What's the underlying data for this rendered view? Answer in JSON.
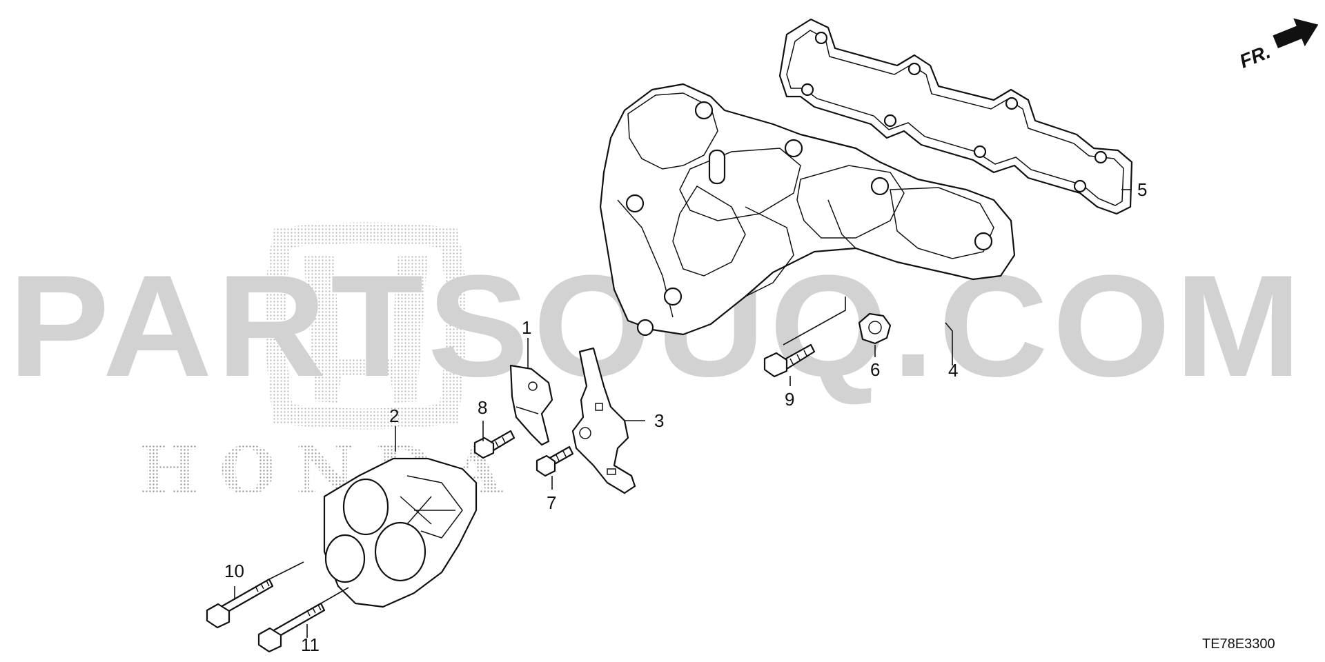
{
  "watermark": {
    "site": "PARTSOUQ.COM",
    "brand": "HONDA"
  },
  "direction_indicator": "FR.",
  "diagram_code": "TE78E3300",
  "callouts": {
    "c1": "1",
    "c2": "2",
    "c3": "3",
    "c4": "4",
    "c5": "5",
    "c6": "6",
    "c7": "7",
    "c8": "8",
    "c9": "9",
    "c10": "10",
    "c11": "11"
  }
}
